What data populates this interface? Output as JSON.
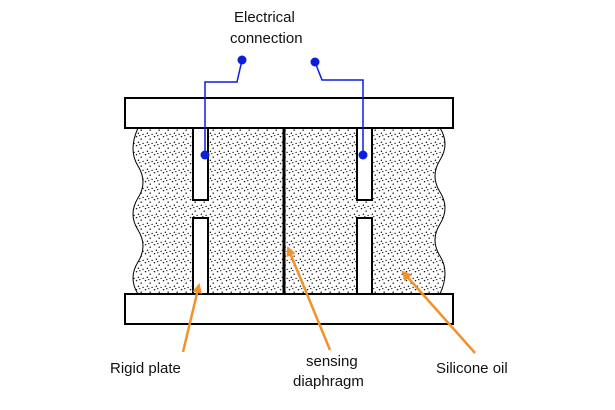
{
  "labels": {
    "electrical_line1": "Electrical",
    "electrical_line2": "connection",
    "rigid_plate": "Rigid plate",
    "sensing_line1": "sensing",
    "sensing_line2": "diaphragm",
    "silicone_oil": "Silicone oil"
  },
  "colors": {
    "wire": "#0a1ee0",
    "arrow": "#f2922a",
    "outline": "#000000",
    "dots": "#1a1a1a",
    "background": "#ffffff"
  }
}
